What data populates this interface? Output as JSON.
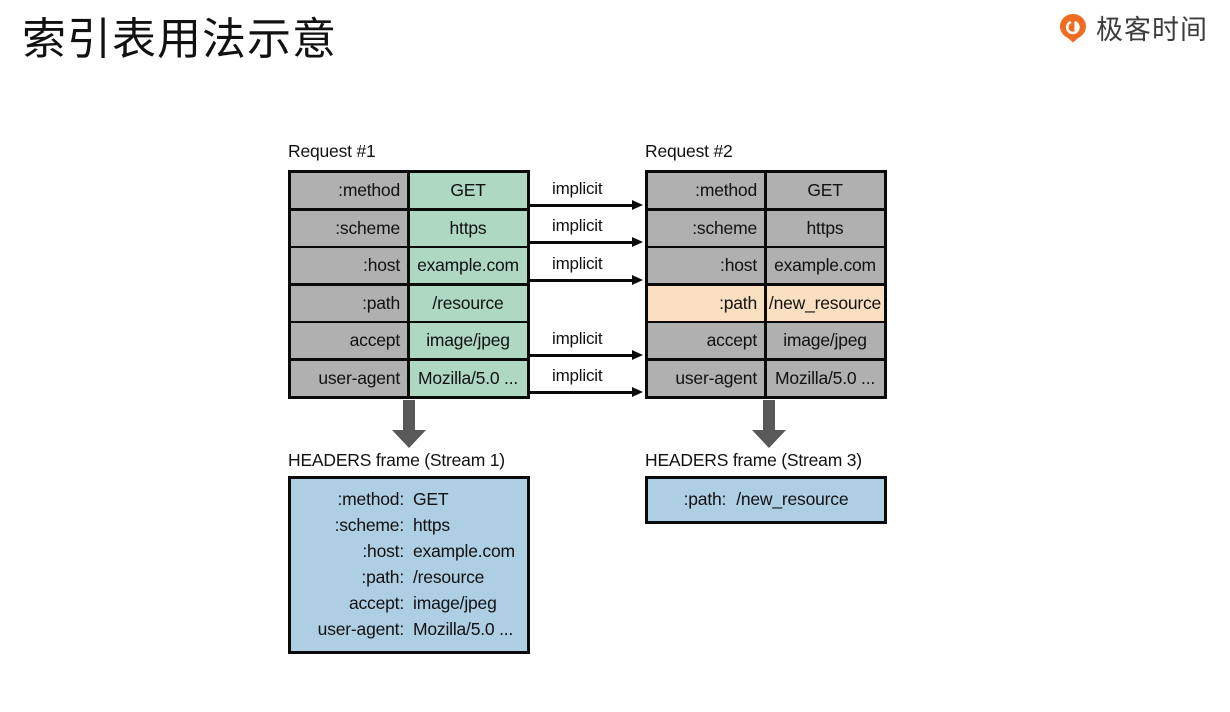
{
  "header": {
    "title": "索引表用法示意",
    "brand_text": "极客时间",
    "brand_icon": "geektime-logo-icon",
    "brand_color": "#ef6c22"
  },
  "colors": {
    "gray_cell": "#b0b0b0",
    "green_cell": "#aed8c1",
    "peach_cell": "#fae0c0",
    "frame_blue": "#aecee4",
    "border": "#0a0a0a",
    "thick_arrow": "#595959"
  },
  "diagram": {
    "request1": {
      "caption": "Request #1",
      "rows": [
        {
          "name": ":method",
          "value": "GET",
          "name_bg": "gray",
          "value_bg": "green"
        },
        {
          "name": ":scheme",
          "value": "https",
          "name_bg": "gray",
          "value_bg": "green"
        },
        {
          "name": ":host",
          "value": "example.com",
          "name_bg": "gray",
          "value_bg": "green"
        },
        {
          "name": ":path",
          "value": "/resource",
          "name_bg": "gray",
          "value_bg": "green"
        },
        {
          "name": "accept",
          "value": "image/jpeg",
          "name_bg": "gray",
          "value_bg": "green"
        },
        {
          "name": "user-agent",
          "value": "Mozilla/5.0 ...",
          "name_bg": "gray",
          "value_bg": "green"
        }
      ]
    },
    "request2": {
      "caption": "Request #2",
      "rows": [
        {
          "name": ":method",
          "value": "GET",
          "name_bg": "gray",
          "value_bg": "gray"
        },
        {
          "name": ":scheme",
          "value": "https",
          "name_bg": "gray",
          "value_bg": "gray"
        },
        {
          "name": ":host",
          "value": "example.com",
          "name_bg": "gray",
          "value_bg": "gray"
        },
        {
          "name": ":path",
          "value": "/new_resource",
          "name_bg": "peach",
          "value_bg": "peach"
        },
        {
          "name": "accept",
          "value": "image/jpeg",
          "name_bg": "gray",
          "value_bg": "gray"
        },
        {
          "name": "user-agent",
          "value": "Mozilla/5.0 ...",
          "name_bg": "gray",
          "value_bg": "gray"
        }
      ]
    },
    "implicit_label": "implicit",
    "implicit_rows": [
      0,
      1,
      2,
      4,
      5
    ],
    "frame1": {
      "caption": "HEADERS frame (Stream 1)",
      "lines": [
        {
          "key": ":method:",
          "value": "GET"
        },
        {
          "key": ":scheme:",
          "value": "https"
        },
        {
          "key": ":host:",
          "value": "example.com"
        },
        {
          "key": ":path:",
          "value": "/resource"
        },
        {
          "key": "accept:",
          "value": "image/jpeg"
        },
        {
          "key": "user-agent:",
          "value": "Mozilla/5.0 ..."
        }
      ]
    },
    "frame2": {
      "caption": "HEADERS frame (Stream 3)",
      "lines": [
        {
          "key": ":path:",
          "value": "/new_resource"
        }
      ]
    }
  }
}
